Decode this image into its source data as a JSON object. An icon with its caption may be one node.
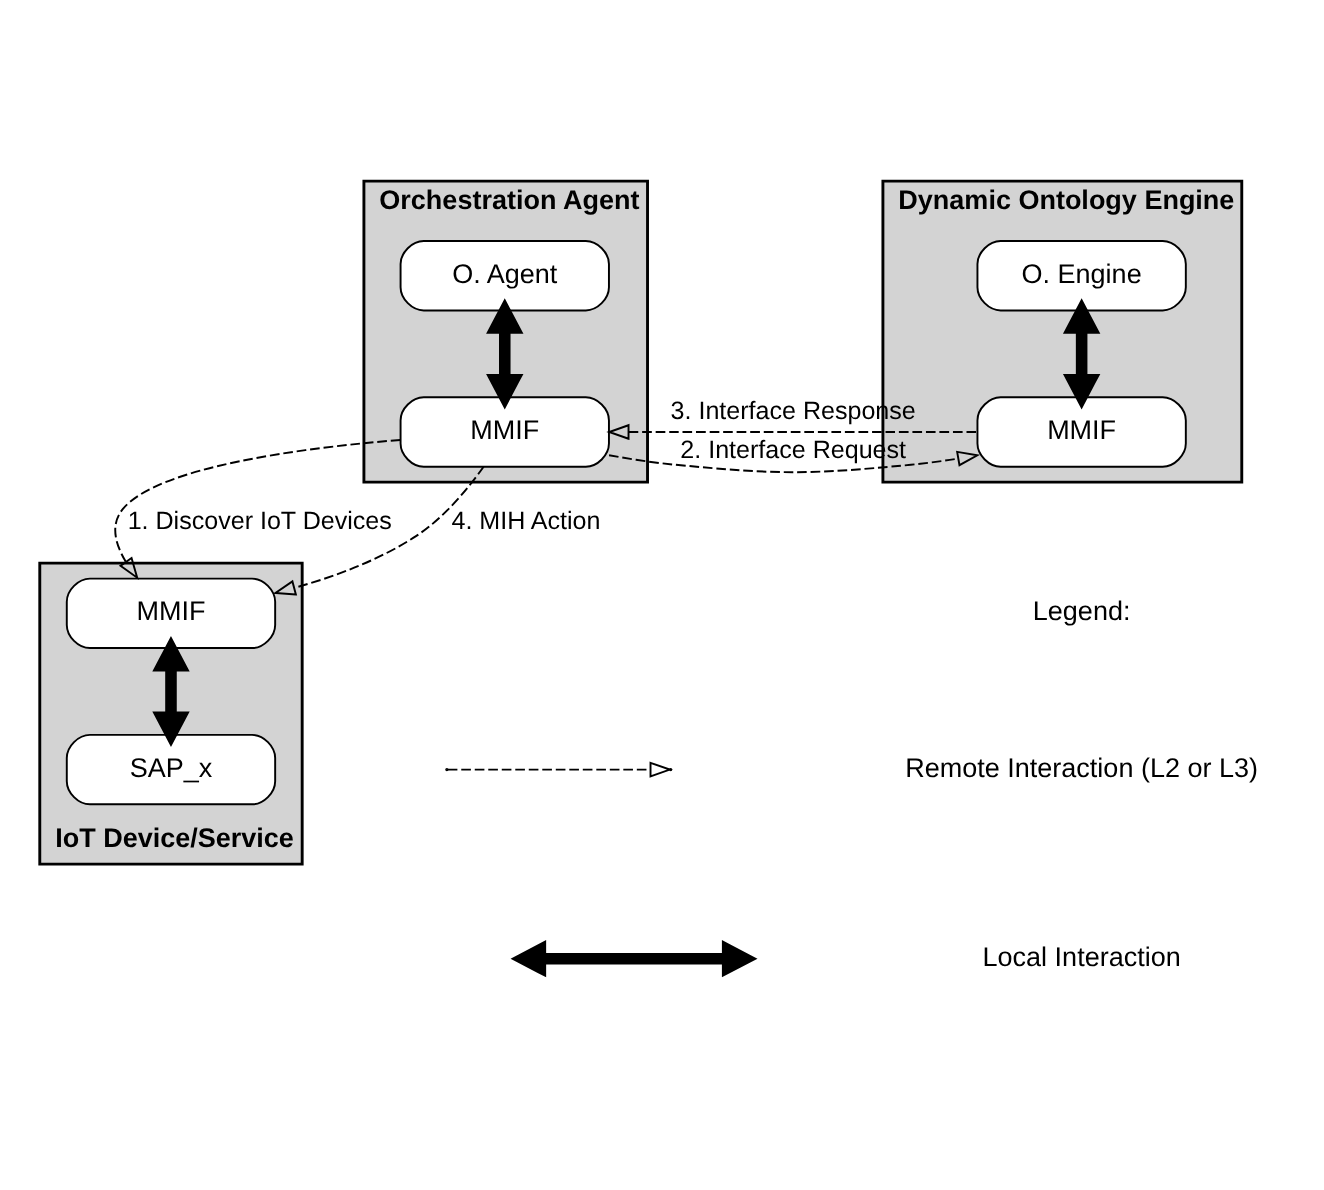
{
  "diagram": {
    "nodes": [
      {
        "text": [
          "Orchestration Agent"
        ]
      },
      {
        "text": [
          "O. Agent"
        ],
        "in": 0
      },
      {
        "text": [
          "MMIF"
        ],
        "in": 0
      },
      {
        "text": [
          "Dynamic Ontology Engine"
        ]
      },
      {
        "text": [
          "O. Engine"
        ],
        "in": 3
      },
      {
        "text": [
          "MMIF"
        ],
        "in": 3
      },
      {
        "text": [
          "IoT Device/Service"
        ]
      },
      {
        "text": [
          "MMIF"
        ],
        "in": 6
      },
      {
        "text": [
          "SAP_x"
        ],
        "in": 6
      }
    ],
    "edges": [
      {
        "from": 1,
        "to": 2,
        "arrow": "both",
        "style": "thick"
      },
      {
        "from": 4,
        "to": 5,
        "arrow": "both",
        "style": "thick"
      },
      {
        "from": 7,
        "to": 8,
        "arrow": "both",
        "style": "thick"
      },
      {
        "from": 2,
        "to": 7,
        "arrow": "to",
        "style": "dashed",
        "label": "1. Discover IoT Devices"
      },
      {
        "from": 2,
        "to": 5,
        "arrow": "to",
        "style": "dashed",
        "label": "2. Interface Request"
      },
      {
        "from": 5,
        "to": 2,
        "arrow": "to",
        "style": "dashed",
        "label": "3. Interface Response"
      },
      {
        "from": 2,
        "to": 7,
        "arrow": "to",
        "style": "dashed",
        "label": "4. MIH Action"
      }
    ],
    "labels": [
      "Legend:"
    ],
    "legend": [
      {
        "text": "Remote Interaction (L2 or L3)"
      },
      {
        "text": "Local Interaction"
      }
    ]
  }
}
